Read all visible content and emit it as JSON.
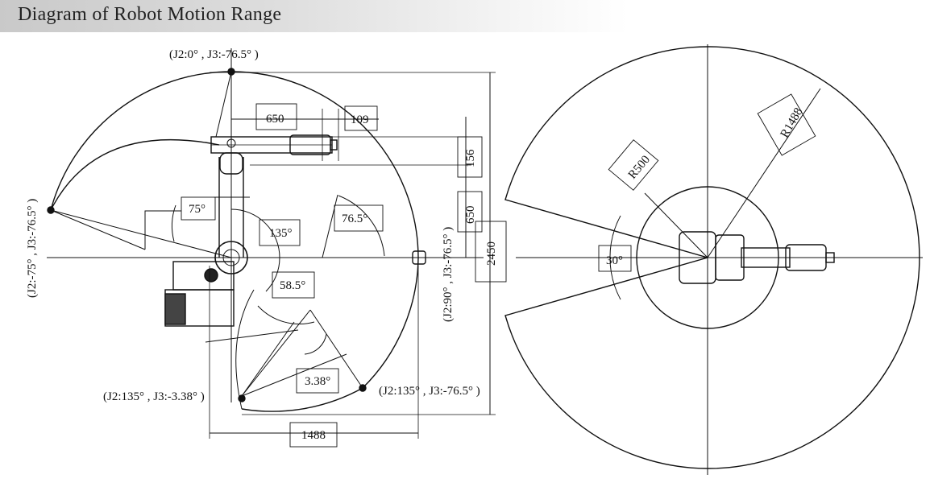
{
  "title": "Diagram of Robot Motion Range",
  "side_view": {
    "pose_top": "(J2:0° , J3:-76.5° )",
    "pose_left": "(J2:-75° , J3:-76.5° )",
    "pose_right": "(J2:90° , J3:-76.5° )",
    "pose_bottom_left": "(J2:135° , J3:-3.38° )",
    "pose_bottom_right": "(J2:135° , J3:-76.5° )",
    "dim_650_horizontal": "650",
    "dim_109": "109",
    "dim_156": "156",
    "dim_650_vertical": "650",
    "dim_2450": "2450",
    "dim_1488": "1488",
    "angle_75": "75°",
    "angle_135": "135°",
    "angle_76_5": "76.5°",
    "angle_58_5": "58.5°",
    "angle_3_38": "3.38°"
  },
  "top_view": {
    "radius_outer": "R1488",
    "radius_inner": "R500",
    "angle_30": "30°"
  }
}
